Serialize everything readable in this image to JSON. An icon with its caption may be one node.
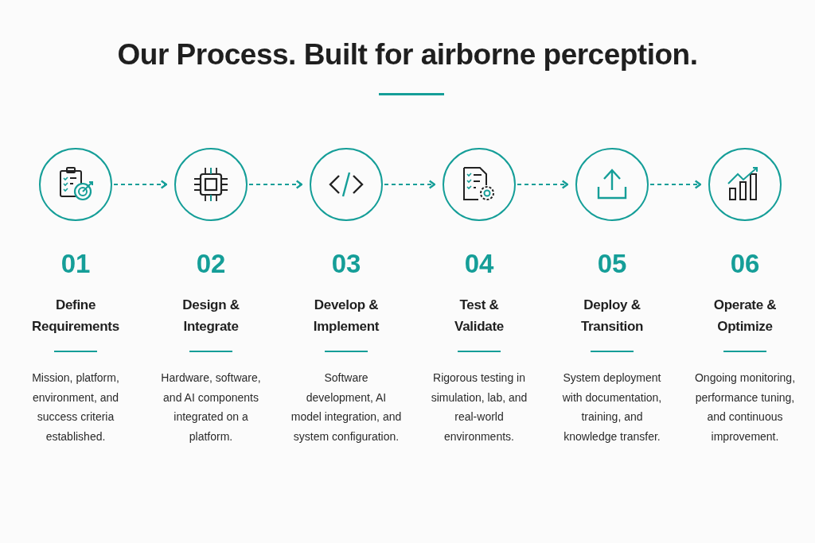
{
  "diagram": {
    "title": "Our Process. Built for airborne perception.",
    "nodes": [
      {
        "text": [],
        "shape": "circle",
        "beside": [
          "01",
          "Define Requirements",
          "Mission, platform, environment, and success criteria established."
        ]
      },
      {
        "text": [],
        "shape": "circle",
        "beside": [
          "02",
          "Design & Integrate",
          "Hardware, software, and AI components integrated on a platform."
        ]
      },
      {
        "text": [],
        "shape": "circle",
        "beside": [
          "03",
          "Develop & Implement",
          "Software development, AI model integration, and system configuration."
        ]
      },
      {
        "text": [],
        "shape": "circle",
        "beside": [
          "04",
          "Test & Validate",
          "Rigorous testing in simulation, lab, and real-world environments."
        ]
      },
      {
        "text": [],
        "shape": "circle",
        "beside": [
          "05",
          "Deploy & Transition",
          "System deployment with documentation, training, and knowledge transfer."
        ]
      },
      {
        "text": [],
        "shape": "circle",
        "beside": [
          "06",
          "Operate & Optimize",
          "Ongoing monitoring, performance tuning, and continuous improvement."
        ]
      }
    ],
    "edges": [
      {
        "from": 0,
        "to": 1,
        "arrow": "to",
        "style": "dashed"
      },
      {
        "from": 1,
        "to": 2,
        "arrow": "to",
        "style": "dashed"
      },
      {
        "from": 2,
        "to": 3,
        "arrow": "to",
        "style": "dashed"
      },
      {
        "from": 3,
        "to": 4,
        "arrow": "to",
        "style": "dashed"
      },
      {
        "from": 4,
        "to": 5,
        "arrow": "to",
        "style": "dashed"
      }
    ]
  }
}
